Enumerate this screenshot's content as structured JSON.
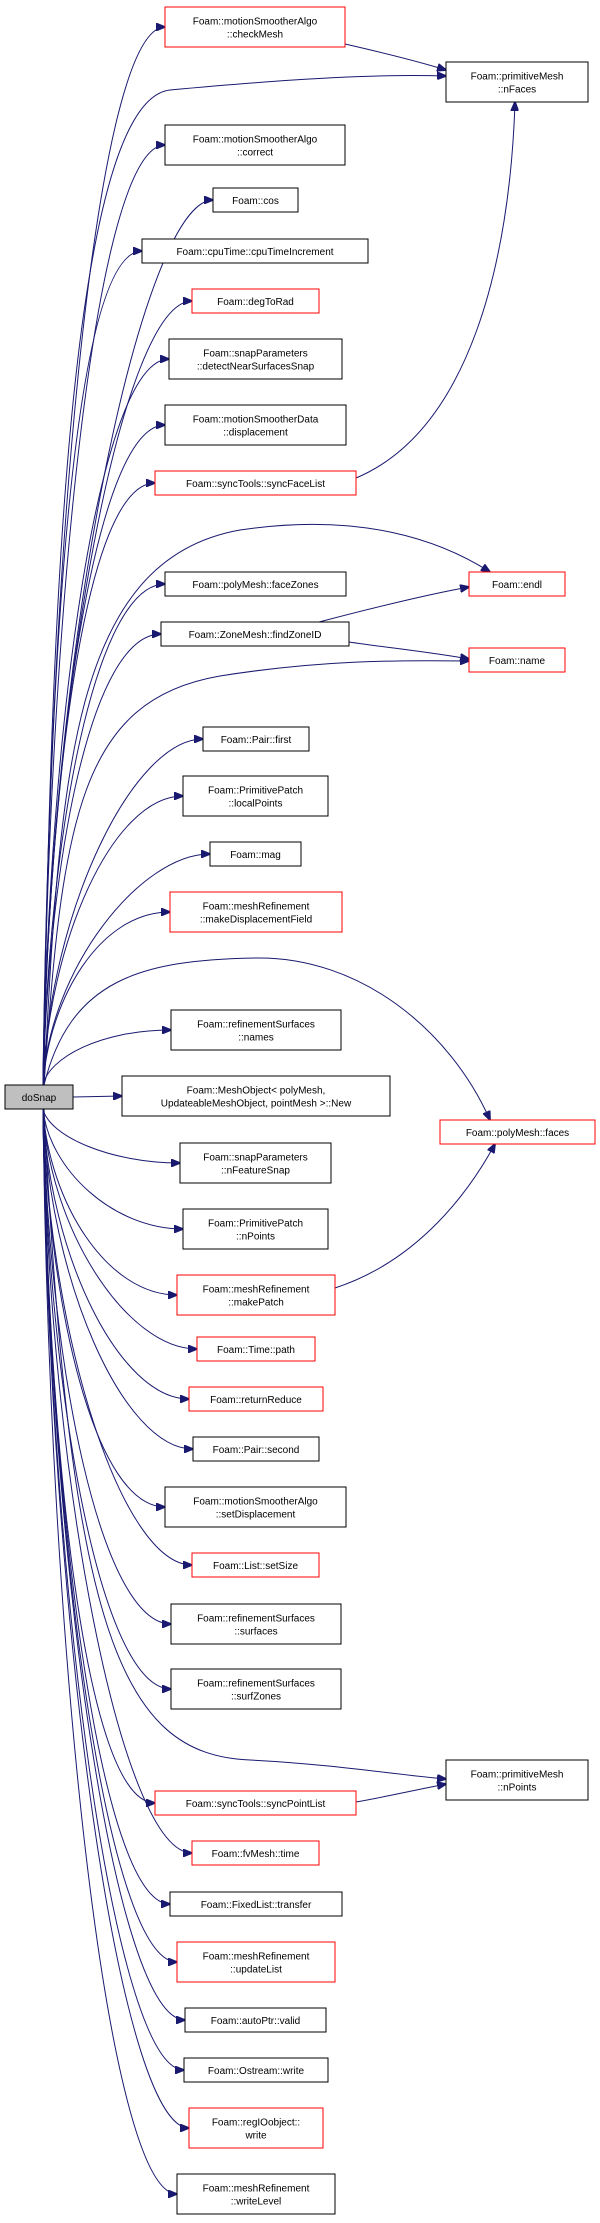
{
  "graph": {
    "root": "doSnap",
    "nodes": [
      {
        "id": "checkMesh",
        "lines": [
          "Foam::motionSmootherAlgo",
          "::checkMesh"
        ],
        "style": "red"
      },
      {
        "id": "nFaces",
        "lines": [
          "Foam::primitiveMesh",
          "::nFaces"
        ],
        "style": "black"
      },
      {
        "id": "correct",
        "lines": [
          "Foam::motionSmootherAlgo",
          "::correct"
        ],
        "style": "black"
      },
      {
        "id": "cos",
        "lines": [
          "Foam::cos"
        ],
        "style": "black"
      },
      {
        "id": "cpuTimeIncrement",
        "lines": [
          "Foam::cpuTime::cpuTimeIncrement"
        ],
        "style": "black"
      },
      {
        "id": "degToRad",
        "lines": [
          "Foam::degToRad"
        ],
        "style": "red"
      },
      {
        "id": "detectNearSurfacesSnap",
        "lines": [
          "Foam::snapParameters",
          "::detectNearSurfacesSnap"
        ],
        "style": "black"
      },
      {
        "id": "displacement",
        "lines": [
          "Foam::motionSmootherData",
          "::displacement"
        ],
        "style": "black"
      },
      {
        "id": "syncFaceList",
        "lines": [
          "Foam::syncTools::syncFaceList"
        ],
        "style": "red"
      },
      {
        "id": "endl",
        "lines": [
          "Foam::endl"
        ],
        "style": "red"
      },
      {
        "id": "faceZones",
        "lines": [
          "Foam::polyMesh::faceZones"
        ],
        "style": "black"
      },
      {
        "id": "findZoneID",
        "lines": [
          "Foam::ZoneMesh::findZoneID"
        ],
        "style": "black"
      },
      {
        "id": "name",
        "lines": [
          "Foam::name"
        ],
        "style": "red"
      },
      {
        "id": "first",
        "lines": [
          "Foam::Pair::first"
        ],
        "style": "black"
      },
      {
        "id": "localPoints",
        "lines": [
          "Foam::PrimitivePatch",
          "::localPoints"
        ],
        "style": "black"
      },
      {
        "id": "mag",
        "lines": [
          "Foam::mag"
        ],
        "style": "black"
      },
      {
        "id": "makeDisplacementField",
        "lines": [
          "Foam::meshRefinement",
          "::makeDisplacementField"
        ],
        "style": "red"
      },
      {
        "id": "names",
        "lines": [
          "Foam::refinementSurfaces",
          "::names"
        ],
        "style": "black"
      },
      {
        "id": "doSnap",
        "lines": [
          "doSnap"
        ],
        "style": "root"
      },
      {
        "id": "New",
        "lines": [
          "Foam::MeshObject< polyMesh,",
          " UpdateableMeshObject, pointMesh >::New"
        ],
        "style": "black"
      },
      {
        "id": "faces",
        "lines": [
          "Foam::polyMesh::faces"
        ],
        "style": "red"
      },
      {
        "id": "nFeatureSnap",
        "lines": [
          "Foam::snapParameters",
          "::nFeatureSnap"
        ],
        "style": "black"
      },
      {
        "id": "nPointsPP",
        "lines": [
          "Foam::PrimitivePatch",
          "::nPoints"
        ],
        "style": "black"
      },
      {
        "id": "makePatch",
        "lines": [
          "Foam::meshRefinement",
          "::makePatch"
        ],
        "style": "red"
      },
      {
        "id": "path",
        "lines": [
          "Foam::Time::path"
        ],
        "style": "red"
      },
      {
        "id": "returnReduce",
        "lines": [
          "Foam::returnReduce"
        ],
        "style": "red"
      },
      {
        "id": "second",
        "lines": [
          "Foam::Pair::second"
        ],
        "style": "black"
      },
      {
        "id": "setDisplacement",
        "lines": [
          "Foam::motionSmootherAlgo",
          "::setDisplacement"
        ],
        "style": "black"
      },
      {
        "id": "setSize",
        "lines": [
          "Foam::List::setSize"
        ],
        "style": "red"
      },
      {
        "id": "surfaces",
        "lines": [
          "Foam::refinementSurfaces",
          "::surfaces"
        ],
        "style": "black"
      },
      {
        "id": "surfZones",
        "lines": [
          "Foam::refinementSurfaces",
          "::surfZones"
        ],
        "style": "black"
      },
      {
        "id": "nPointsPM",
        "lines": [
          "Foam::primitiveMesh",
          "::nPoints"
        ],
        "style": "black"
      },
      {
        "id": "syncPointList",
        "lines": [
          "Foam::syncTools::syncPointList"
        ],
        "style": "red"
      },
      {
        "id": "time",
        "lines": [
          "Foam::fvMesh::time"
        ],
        "style": "red"
      },
      {
        "id": "transfer",
        "lines": [
          "Foam::FixedList::transfer"
        ],
        "style": "black"
      },
      {
        "id": "updateList",
        "lines": [
          "Foam::meshRefinement",
          "::updateList"
        ],
        "style": "red"
      },
      {
        "id": "valid",
        "lines": [
          "Foam::autoPtr::valid"
        ],
        "style": "black"
      },
      {
        "id": "write",
        "lines": [
          "Foam::Ostream::write"
        ],
        "style": "black"
      },
      {
        "id": "regIOobjectWrite",
        "lines": [
          "Foam::regIOobject::",
          "write"
        ],
        "style": "red"
      },
      {
        "id": "writeLevel",
        "lines": [
          "Foam::meshRefinement",
          "::writeLevel"
        ],
        "style": "black"
      }
    ],
    "edges": [
      [
        "doSnap",
        "checkMesh"
      ],
      [
        "doSnap",
        "nFaces"
      ],
      [
        "doSnap",
        "correct"
      ],
      [
        "doSnap",
        "cos"
      ],
      [
        "doSnap",
        "cpuTimeIncrement"
      ],
      [
        "doSnap",
        "degToRad"
      ],
      [
        "doSnap",
        "detectNearSurfacesSnap"
      ],
      [
        "doSnap",
        "displacement"
      ],
      [
        "doSnap",
        "syncFaceList"
      ],
      [
        "doSnap",
        "endl"
      ],
      [
        "doSnap",
        "faceZones"
      ],
      [
        "doSnap",
        "findZoneID"
      ],
      [
        "doSnap",
        "name"
      ],
      [
        "doSnap",
        "first"
      ],
      [
        "doSnap",
        "localPoints"
      ],
      [
        "doSnap",
        "mag"
      ],
      [
        "doSnap",
        "makeDisplacementField"
      ],
      [
        "doSnap",
        "faces"
      ],
      [
        "doSnap",
        "names"
      ],
      [
        "doSnap",
        "New"
      ],
      [
        "doSnap",
        "nFeatureSnap"
      ],
      [
        "doSnap",
        "nPointsPP"
      ],
      [
        "doSnap",
        "makePatch"
      ],
      [
        "doSnap",
        "path"
      ],
      [
        "doSnap",
        "returnReduce"
      ],
      [
        "doSnap",
        "second"
      ],
      [
        "doSnap",
        "setDisplacement"
      ],
      [
        "doSnap",
        "setSize"
      ],
      [
        "doSnap",
        "surfaces"
      ],
      [
        "doSnap",
        "surfZones"
      ],
      [
        "doSnap",
        "nPointsPM"
      ],
      [
        "doSnap",
        "syncPointList"
      ],
      [
        "doSnap",
        "time"
      ],
      [
        "doSnap",
        "transfer"
      ],
      [
        "doSnap",
        "updateList"
      ],
      [
        "doSnap",
        "valid"
      ],
      [
        "doSnap",
        "write"
      ],
      [
        "doSnap",
        "regIOobjectWrite"
      ],
      [
        "doSnap",
        "writeLevel"
      ],
      [
        "checkMesh",
        "nFaces"
      ],
      [
        "syncFaceList",
        "nFaces"
      ],
      [
        "findZoneID",
        "endl"
      ],
      [
        "findZoneID",
        "name"
      ],
      [
        "makePatch",
        "faces"
      ],
      [
        "syncPointList",
        "nPointsPM"
      ]
    ],
    "colors": {
      "edge": "#191970",
      "box_border": "#000000",
      "box_border_highlight": "#ff0000",
      "root_fill": "#bfbfbf",
      "box_fill": "#ffffff"
    }
  }
}
